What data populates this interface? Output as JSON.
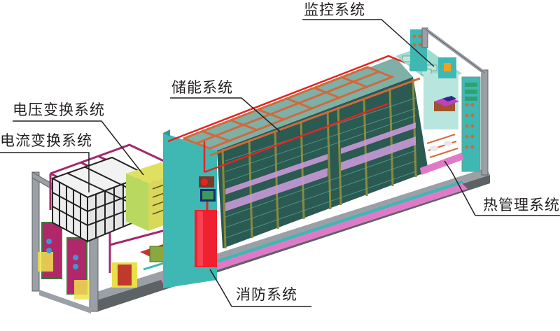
{
  "diagram": {
    "subject": "energy-storage-container",
    "colors": {
      "frame": "#9aa0a6",
      "frame_dark": "#5d6266",
      "wall_teal": "#3fb8b4",
      "rack_green": "#2a5a52",
      "rack_post": "#8a8a3a",
      "battery_pink": "#c89ad8",
      "cable_red": "#e52420",
      "copper": "#d2693a",
      "magenta_frame": "#a3286e",
      "pcs_yellow": "#d8d85a",
      "transformer_red": "#c0392b",
      "extinguisher_red": "#ef2030",
      "floor_pink": "#e07ac8",
      "leader_line": "#231f20"
    },
    "labels": [
      {
        "id": "monitoring",
        "text": "监控系统"
      },
      {
        "id": "storage",
        "text": "储能系统"
      },
      {
        "id": "voltage",
        "text": "电压变换系统"
      },
      {
        "id": "current",
        "text": "电流变换系统"
      },
      {
        "id": "thermal",
        "text": "热管理系统"
      },
      {
        "id": "fire",
        "text": "消防系统"
      }
    ]
  }
}
